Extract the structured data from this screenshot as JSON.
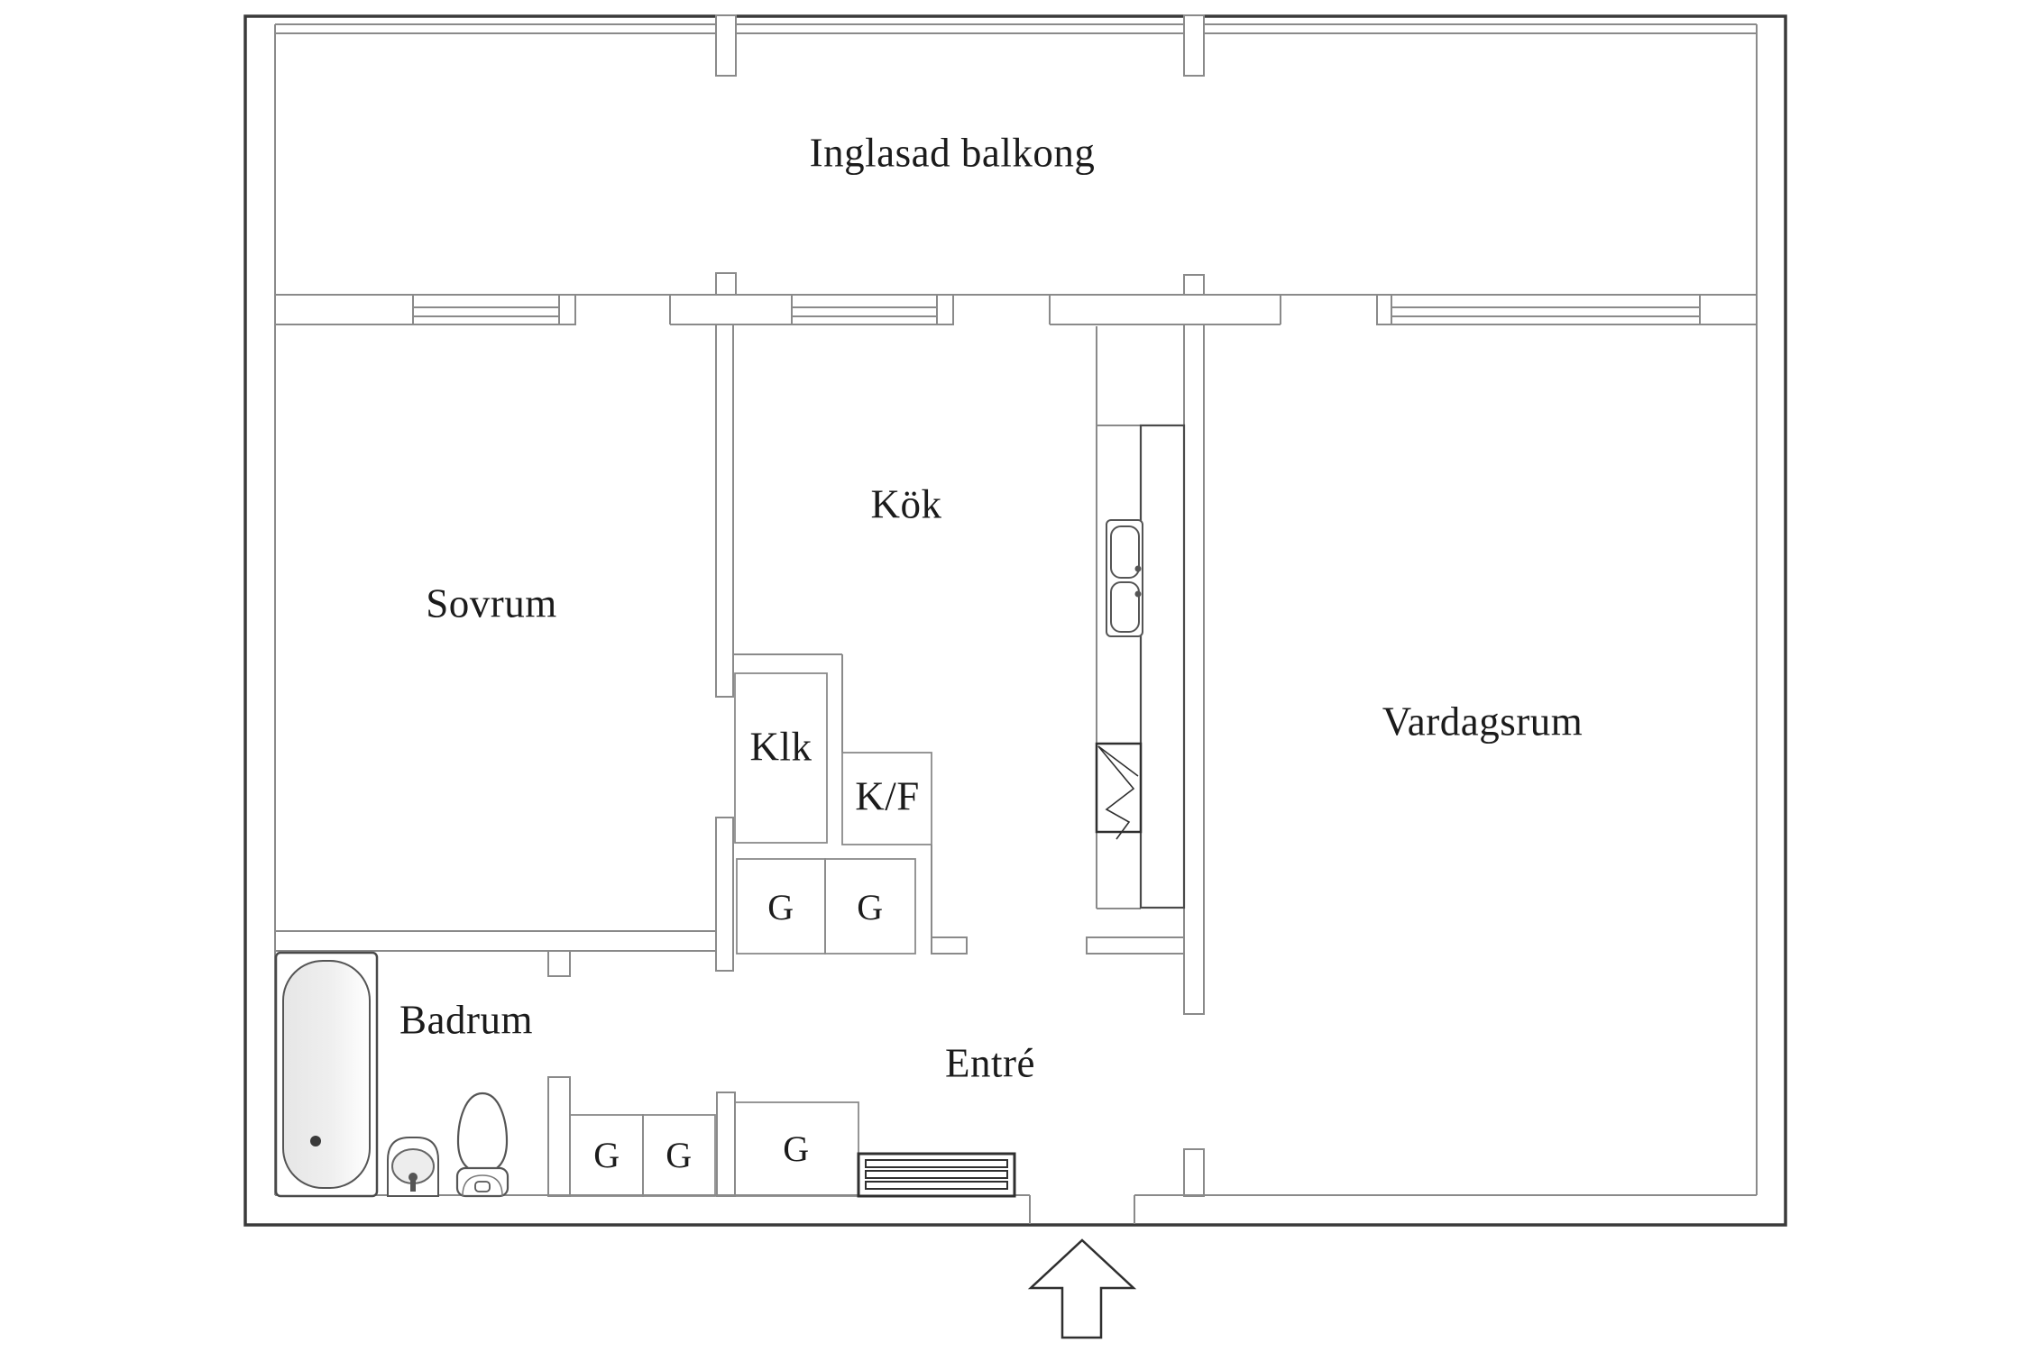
{
  "colors": {
    "background": "#ffffff",
    "wall_line": "#8a8a8a",
    "outer_boundary": "#3a3a3a",
    "fixture_line": "#555555",
    "dark_item_line": "#2f2f2f",
    "text": "#1b1b1b",
    "shading": "#e9e9e9"
  },
  "rooms": {
    "balcony": {
      "label": "Inglasad balkong"
    },
    "bedroom": {
      "label": "Sovrum"
    },
    "kitchen": {
      "label": "Kök"
    },
    "closet": {
      "label": "Klk"
    },
    "fridge_freezer": {
      "label": "K/F"
    },
    "living_room": {
      "label": "Vardagsrum"
    },
    "bathroom": {
      "label": "Badrum"
    },
    "entrance": {
      "label": "Entré"
    }
  },
  "wardrobes": {
    "kitchen_left": "G",
    "kitchen_right": "G",
    "hall_1": "G",
    "hall_2": "G",
    "hall_3": "G"
  },
  "icons": [
    "bathtub-icon",
    "washbasin-icon",
    "toilet-icon",
    "kitchen-sink-icon",
    "stove-icon",
    "tall-cabinet-icon",
    "doormat-icon",
    "entrance-arrow-icon",
    "window-icon",
    "glazing-mullion-icon"
  ]
}
